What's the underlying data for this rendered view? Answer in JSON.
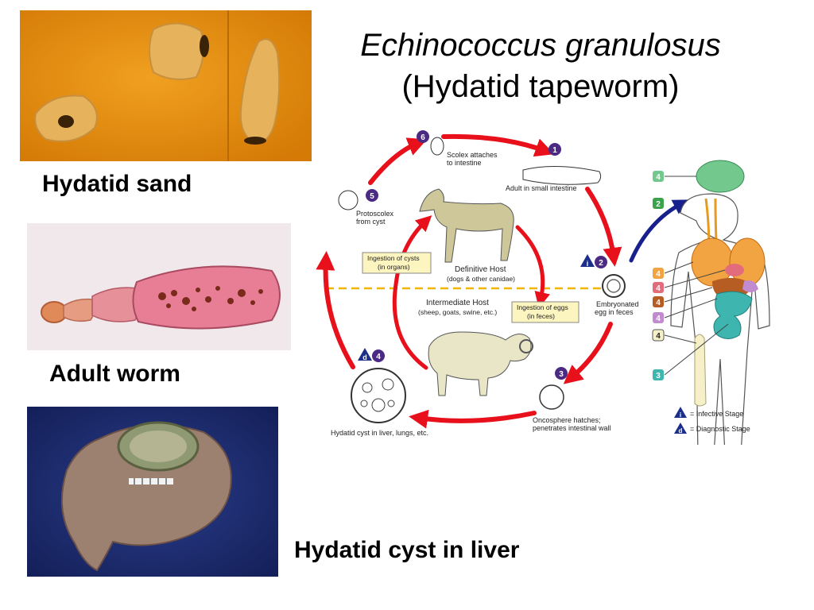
{
  "title": {
    "line1": "Echinococcus granulosus",
    "line2": "(Hydatid tapeworm)"
  },
  "captions": {
    "hydatid_sand": "Hydatid sand",
    "adult_worm": "Adult worm",
    "hydatid_cyst": "Hydatid cyst in liver"
  },
  "lifecycle": {
    "steps": {
      "s1": {
        "num": "1",
        "text": [
          "Adult in small intestine"
        ]
      },
      "s2": {
        "num": "2",
        "text": [
          "Embryonated",
          "egg in feces"
        ]
      },
      "s3": {
        "num": "3",
        "text": [
          "Oncosphere hatches;",
          "penetrates intestinal wall"
        ]
      },
      "s4": {
        "num": "4",
        "text": [
          "Hydatid cyst in liver, lungs, etc."
        ]
      },
      "s5": {
        "num": "5",
        "text": [
          "Protoscolex",
          "from cyst"
        ]
      },
      "s6": {
        "num": "6",
        "text": [
          "Scolex attaches",
          "to intestine"
        ]
      }
    },
    "definitive_host": [
      "Definitive Host",
      "(dogs & other canidae)"
    ],
    "intermediate_host": [
      "Intermediate Host",
      "(sheep, goats, swine, etc.)"
    ],
    "ingestion_cysts": [
      "Ingestion of cysts",
      "(in organs)"
    ],
    "ingestion_eggs": [
      "Ingestion of eggs",
      "(in feces)"
    ],
    "badge_i": "i",
    "badge_d": "d",
    "legend": {
      "infective": "= Infective Stage",
      "diagnostic": "= Diagnostic Stage"
    },
    "organ_badges": [
      "4",
      "2",
      "4",
      "4",
      "4",
      "4",
      "4",
      "3"
    ],
    "colors": {
      "arrow_red": "#e8101a",
      "arrow_blue": "#17208c",
      "badge_purple": "#4b2a83",
      "badge_blue": "#1a2e8a",
      "host_divider": "#f2b400",
      "label_box": "#fdf5bf"
    }
  }
}
